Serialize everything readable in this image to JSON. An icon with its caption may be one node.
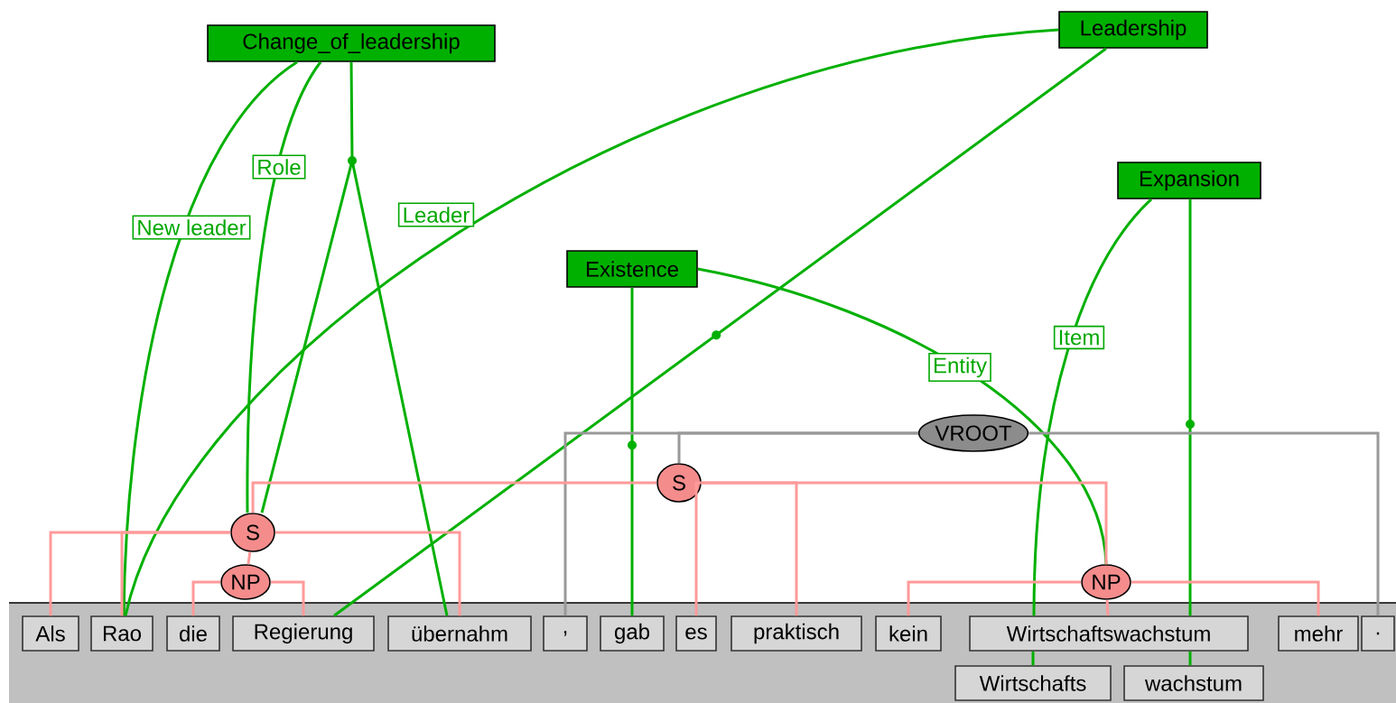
{
  "diagram": {
    "nodes": [
      {
        "text": [
          "Change_of_leadership"
        ]
      },
      {
        "text": [
          "Leadership"
        ]
      },
      {
        "text": [
          "Expansion"
        ]
      },
      {
        "text": [
          "Existence"
        ]
      },
      {
        "text": [
          "VROOT"
        ]
      },
      {
        "text": [
          "S"
        ]
      },
      {
        "text": [
          "S"
        ]
      },
      {
        "text": [
          "NP"
        ]
      },
      {
        "text": [
          "NP"
        ]
      },
      {
        "text": [
          "Als"
        ]
      },
      {
        "text": [
          "Rao"
        ]
      },
      {
        "text": [
          "die"
        ]
      },
      {
        "text": [
          "Regierung"
        ]
      },
      {
        "text": [
          "übernahm"
        ]
      },
      {
        "text": [
          ","
        ]
      },
      {
        "text": [
          "gab"
        ]
      },
      {
        "text": [
          "es"
        ]
      },
      {
        "text": [
          "praktisch"
        ]
      },
      {
        "text": [
          "kein"
        ]
      },
      {
        "text": [
          "Wirtschaftswachstum"
        ]
      },
      {
        "text": [
          "mehr"
        ]
      },
      {
        "text": [
          "."
        ]
      },
      {
        "text": [
          "Wirtschafts"
        ]
      },
      {
        "text": [
          "wachstum"
        ]
      }
    ],
    "edges": [
      {
        "from": 0,
        "to": 10,
        "arrow": "none",
        "label": "New leader",
        "color": "#00b000"
      },
      {
        "from": 0,
        "to": 6,
        "arrow": "none",
        "label": "Role",
        "color": "#00b000"
      },
      {
        "from": 0,
        "to": 6,
        "arrow": "none",
        "color": "#00b000"
      },
      {
        "from": 0,
        "to": 13,
        "arrow": "none",
        "color": "#00b000"
      },
      {
        "from": 1,
        "to": 10,
        "arrow": "none",
        "label": "Leader",
        "color": "#00b000"
      },
      {
        "from": 1,
        "to": 12,
        "arrow": "none",
        "color": "#00b000"
      },
      {
        "from": 3,
        "to": 15,
        "arrow": "none",
        "color": "#00b000"
      },
      {
        "from": 3,
        "to": 8,
        "arrow": "none",
        "label": "Entity",
        "color": "#00b000"
      },
      {
        "from": 2,
        "to": 19,
        "arrow": "none",
        "label": "Item",
        "color": "#00b000"
      },
      {
        "from": 2,
        "to": 19,
        "arrow": "none",
        "color": "#00b000"
      },
      {
        "from": 19,
        "to": 22,
        "arrow": "none",
        "color": "#00b000"
      },
      {
        "from": 19,
        "to": 23,
        "arrow": "none",
        "color": "#00b000"
      },
      {
        "from": 4,
        "to": 5,
        "arrow": "none",
        "color": "#999999"
      },
      {
        "from": 4,
        "to": 14,
        "arrow": "none",
        "color": "#999999"
      },
      {
        "from": 4,
        "to": 21,
        "arrow": "none",
        "color": "#999999"
      },
      {
        "from": 5,
        "to": 6,
        "arrow": "none"
      },
      {
        "from": 5,
        "to": 16,
        "arrow": "none"
      },
      {
        "from": 5,
        "to": 17,
        "arrow": "none"
      },
      {
        "from": 5,
        "to": 8,
        "arrow": "none"
      },
      {
        "from": 6,
        "to": 9,
        "arrow": "none"
      },
      {
        "from": 6,
        "to": 10,
        "arrow": "none"
      },
      {
        "from": 6,
        "to": 7,
        "arrow": "none"
      },
      {
        "from": 6,
        "to": 13,
        "arrow": "none"
      },
      {
        "from": 7,
        "to": 11,
        "arrow": "none"
      },
      {
        "from": 7,
        "to": 12,
        "arrow": "none"
      },
      {
        "from": 8,
        "to": 18,
        "arrow": "none"
      },
      {
        "from": 8,
        "to": 19,
        "arrow": "none"
      },
      {
        "from": 8,
        "to": 20,
        "arrow": "none"
      }
    ]
  }
}
